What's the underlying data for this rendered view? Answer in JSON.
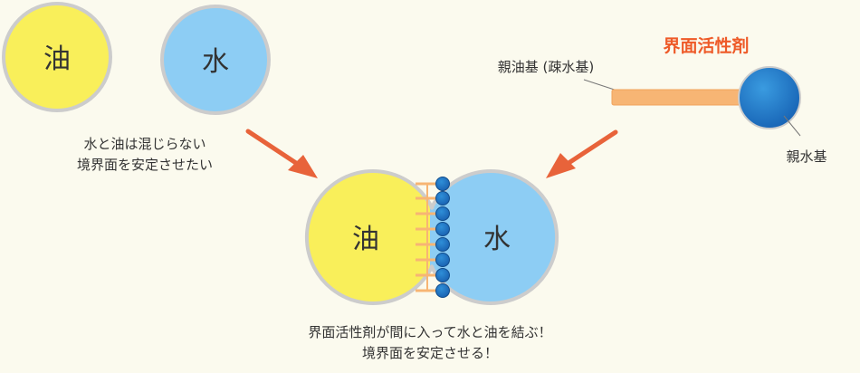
{
  "labels": {
    "oil": "油",
    "water": "水",
    "caption_top": [
      "水と油は混じらない",
      "境界面を安定させたい"
    ],
    "surfactant_title": "界面活性剤",
    "lipophilic": "親油基 (疎水基)",
    "hydrophilic": "親水基",
    "caption_bottom": [
      "界面活性剤が間に入って水と油を結ぶ！",
      "境界面を安定させる！"
    ]
  },
  "icons": {
    "arrow_left": "arrow-icon",
    "arrow_right": "arrow-icon",
    "surfactant": "surfactant-molecule-icon"
  },
  "colors": {
    "background": "#fbfaee",
    "oil": "#f9ef5a",
    "water": "#8dcdf4",
    "outline": "#cccccc",
    "arrow": "#e8633a",
    "tail": "#f7b574",
    "head": "#1e6fbd",
    "title": "#ee5a28"
  }
}
